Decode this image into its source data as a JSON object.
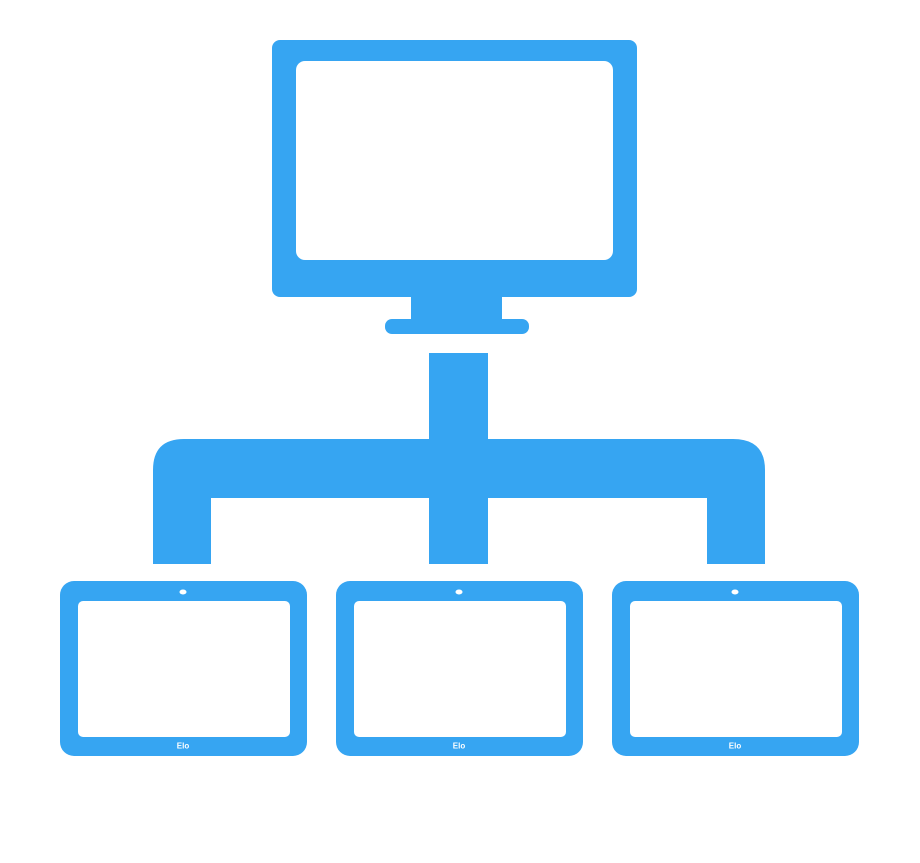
{
  "diagram": {
    "colors": {
      "accent": "#36A5F2",
      "background": "#FFFFFF",
      "screen": "#FFFFFF"
    },
    "hub": {
      "icon": "desktop-monitor-icon"
    },
    "connector": {
      "icon": "network-branch-icon"
    },
    "tablets": [
      {
        "icon": "tablet-icon",
        "brand": "Elo"
      },
      {
        "icon": "tablet-icon",
        "brand": "Elo"
      },
      {
        "icon": "tablet-icon",
        "brand": "Elo"
      }
    ]
  }
}
